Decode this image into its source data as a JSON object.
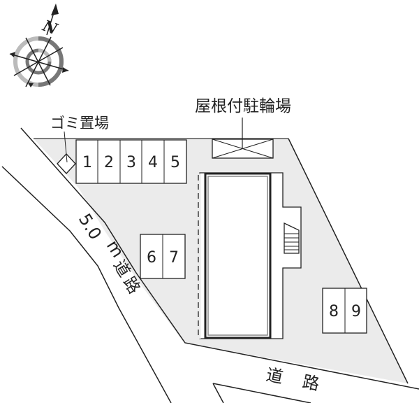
{
  "map": {
    "type": "site-plan",
    "background": "#ffffff",
    "lot_fill": "#ebebeb",
    "line_color": "#222222"
  },
  "compass": {
    "icon": "north-arrow-compass-icon",
    "label": "N"
  },
  "labels": {
    "garbage": "ゴミ置場",
    "bicycle_parking": "屋根付駐輪場",
    "road_west_width": "5.0",
    "road_west_unit": "m",
    "road_west_1": "道",
    "road_west_2": "路",
    "road_south_1": "道",
    "road_south_2": "路"
  },
  "parking": {
    "row_top": [
      "1",
      "2",
      "3",
      "4",
      "5"
    ],
    "row_mid": [
      "6",
      "7"
    ],
    "row_right": [
      "8",
      "9"
    ]
  }
}
